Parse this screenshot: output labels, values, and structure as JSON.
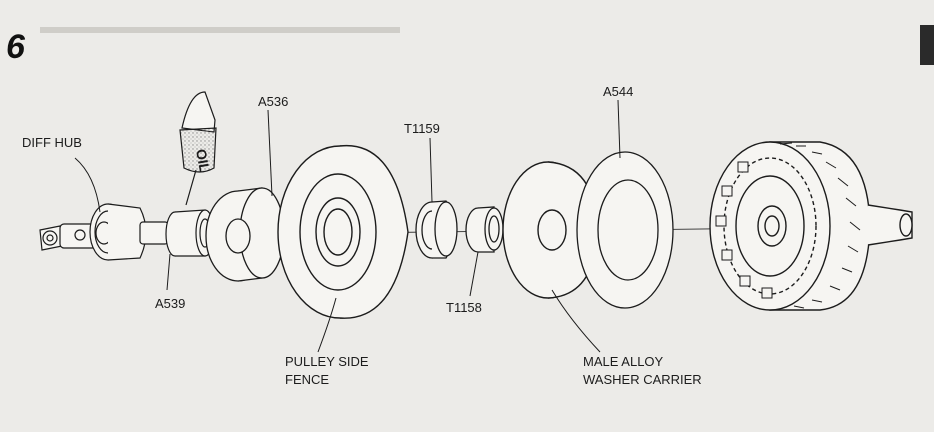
{
  "step_number": "6",
  "oil_label": "OIL",
  "labels": {
    "diff_hub": "DIFF HUB",
    "a536": "A536",
    "a539": "A539",
    "t1159": "T1159",
    "t1158": "T1158",
    "a544": "A544",
    "pulley_line1": "PULLEY SIDE",
    "pulley_line2": "FENCE",
    "washer_line1": "MALE ALLOY",
    "washer_line2": "WASHER CARRIER"
  },
  "colors": {
    "paper": "#ecebe8",
    "ink": "#1c1c1c",
    "oil_stipple": "#8a8a8a"
  }
}
